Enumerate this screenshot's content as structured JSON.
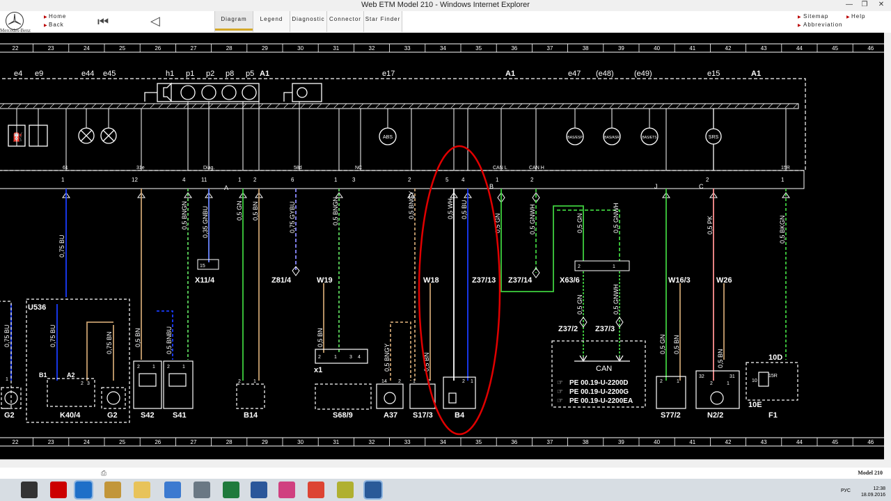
{
  "window": {
    "title": "Web ETM Model 210 - Windows Internet Explorer"
  },
  "toolbar": {
    "brand": "Mercedes-Benz",
    "home": "Home",
    "back": "Back",
    "tabs": [
      "Diagram",
      "Legend",
      "Diagnostic",
      "Connector",
      "Star Finder"
    ],
    "active_tab": "Diagram",
    "sitemap": "Sitemap",
    "help": "Help",
    "abbreviation": "Abbreviation"
  },
  "colors": {
    "accent": "#d4a82a",
    "background": "#000000",
    "highlight": "#e00000"
  },
  "diagram": {
    "grid": [
      "22",
      "23",
      "24",
      "25",
      "26",
      "27",
      "28",
      "29",
      "30",
      "31",
      "32",
      "33",
      "34",
      "35",
      "36",
      "37",
      "38",
      "39",
      "40",
      "41",
      "42",
      "43",
      "44",
      "45",
      "46"
    ],
    "module_labels": [
      "e4",
      "e9",
      "e44",
      "e45",
      "h1",
      "p1",
      "p2",
      "p8",
      "p5",
      "A1",
      "e17",
      "A1",
      "e47",
      "(e48)",
      "(e49)",
      "e15",
      "A1"
    ],
    "pin_top": [
      "61",
      "31e",
      "Diag.",
      "58d",
      "NC",
      "CAN L",
      "CAN H",
      "15R"
    ],
    "pin_nums": [
      "1",
      "12",
      "4",
      "11",
      "1",
      "2",
      "6",
      "1",
      "3",
      "2",
      "5",
      "4",
      "1",
      "2",
      "2",
      "1"
    ],
    "region_letters": [
      "A",
      "B",
      "J",
      "C"
    ],
    "wire_labels": [
      "0,75 BU",
      "0,5 BNGN",
      "0,35 GNBU",
      "0,5 GN",
      "0,5 BN",
      "0,75 GYBU",
      "0,5 BNGN",
      "0,5 BNGY",
      "0,5 WH",
      "0,5 BU",
      "0,5 GN",
      "0,5 GNWH",
      "0,5 GN",
      "0,5 GNWH",
      "0,5 PK",
      "0,5 BKGN",
      "0,75 BU",
      "0,75 BU",
      "0,75 BN",
      "0,5 BN",
      "0,5 BNBU",
      "0,5 BN",
      "0,5 BNGY",
      "0,5 BN",
      "0,5 GN",
      "0,5 GNWH",
      "0,5 GN",
      "0,5 BN",
      "0,5 BN"
    ],
    "connectors": [
      "X11/4",
      "Z81/4",
      "W19",
      "W18",
      "Z37/13",
      "Z37/14",
      "X63/6",
      "W16/3",
      "W26",
      "Z37/2",
      "Z37/3"
    ],
    "components": [
      "G2",
      "U536",
      "K40/4",
      "G2",
      "S42",
      "S41",
      "B14",
      "S68/9",
      "A37",
      "S17/3",
      "B4",
      "S77/2",
      "N2/2",
      "F1",
      "x1",
      "10D",
      "10E",
      "B1",
      "A2"
    ],
    "small_nums": [
      "15",
      "1",
      "2",
      "3",
      "2",
      "1",
      "2",
      "1",
      "2",
      "1",
      "2",
      "1",
      "3",
      "4",
      "14",
      "2",
      "1",
      "2",
      "2",
      "1",
      "2",
      "1",
      "32",
      "31",
      "2",
      "1",
      "2",
      "1",
      "15R",
      "10"
    ],
    "gauge_icons": [
      "ABS",
      "BAS/ESP",
      "BAS/ASR",
      "BAS/ETS",
      "SRS"
    ],
    "can_box": {
      "title": "CAN",
      "refs": [
        "PE 00.19-U-2200D",
        "PE 00.19-U-2200G",
        "PE 00.19-U-2200EA"
      ]
    }
  },
  "taskbar": {
    "lang": "РУС",
    "time": "12:38",
    "date": "18.09.2016",
    "model": "Model 210"
  }
}
